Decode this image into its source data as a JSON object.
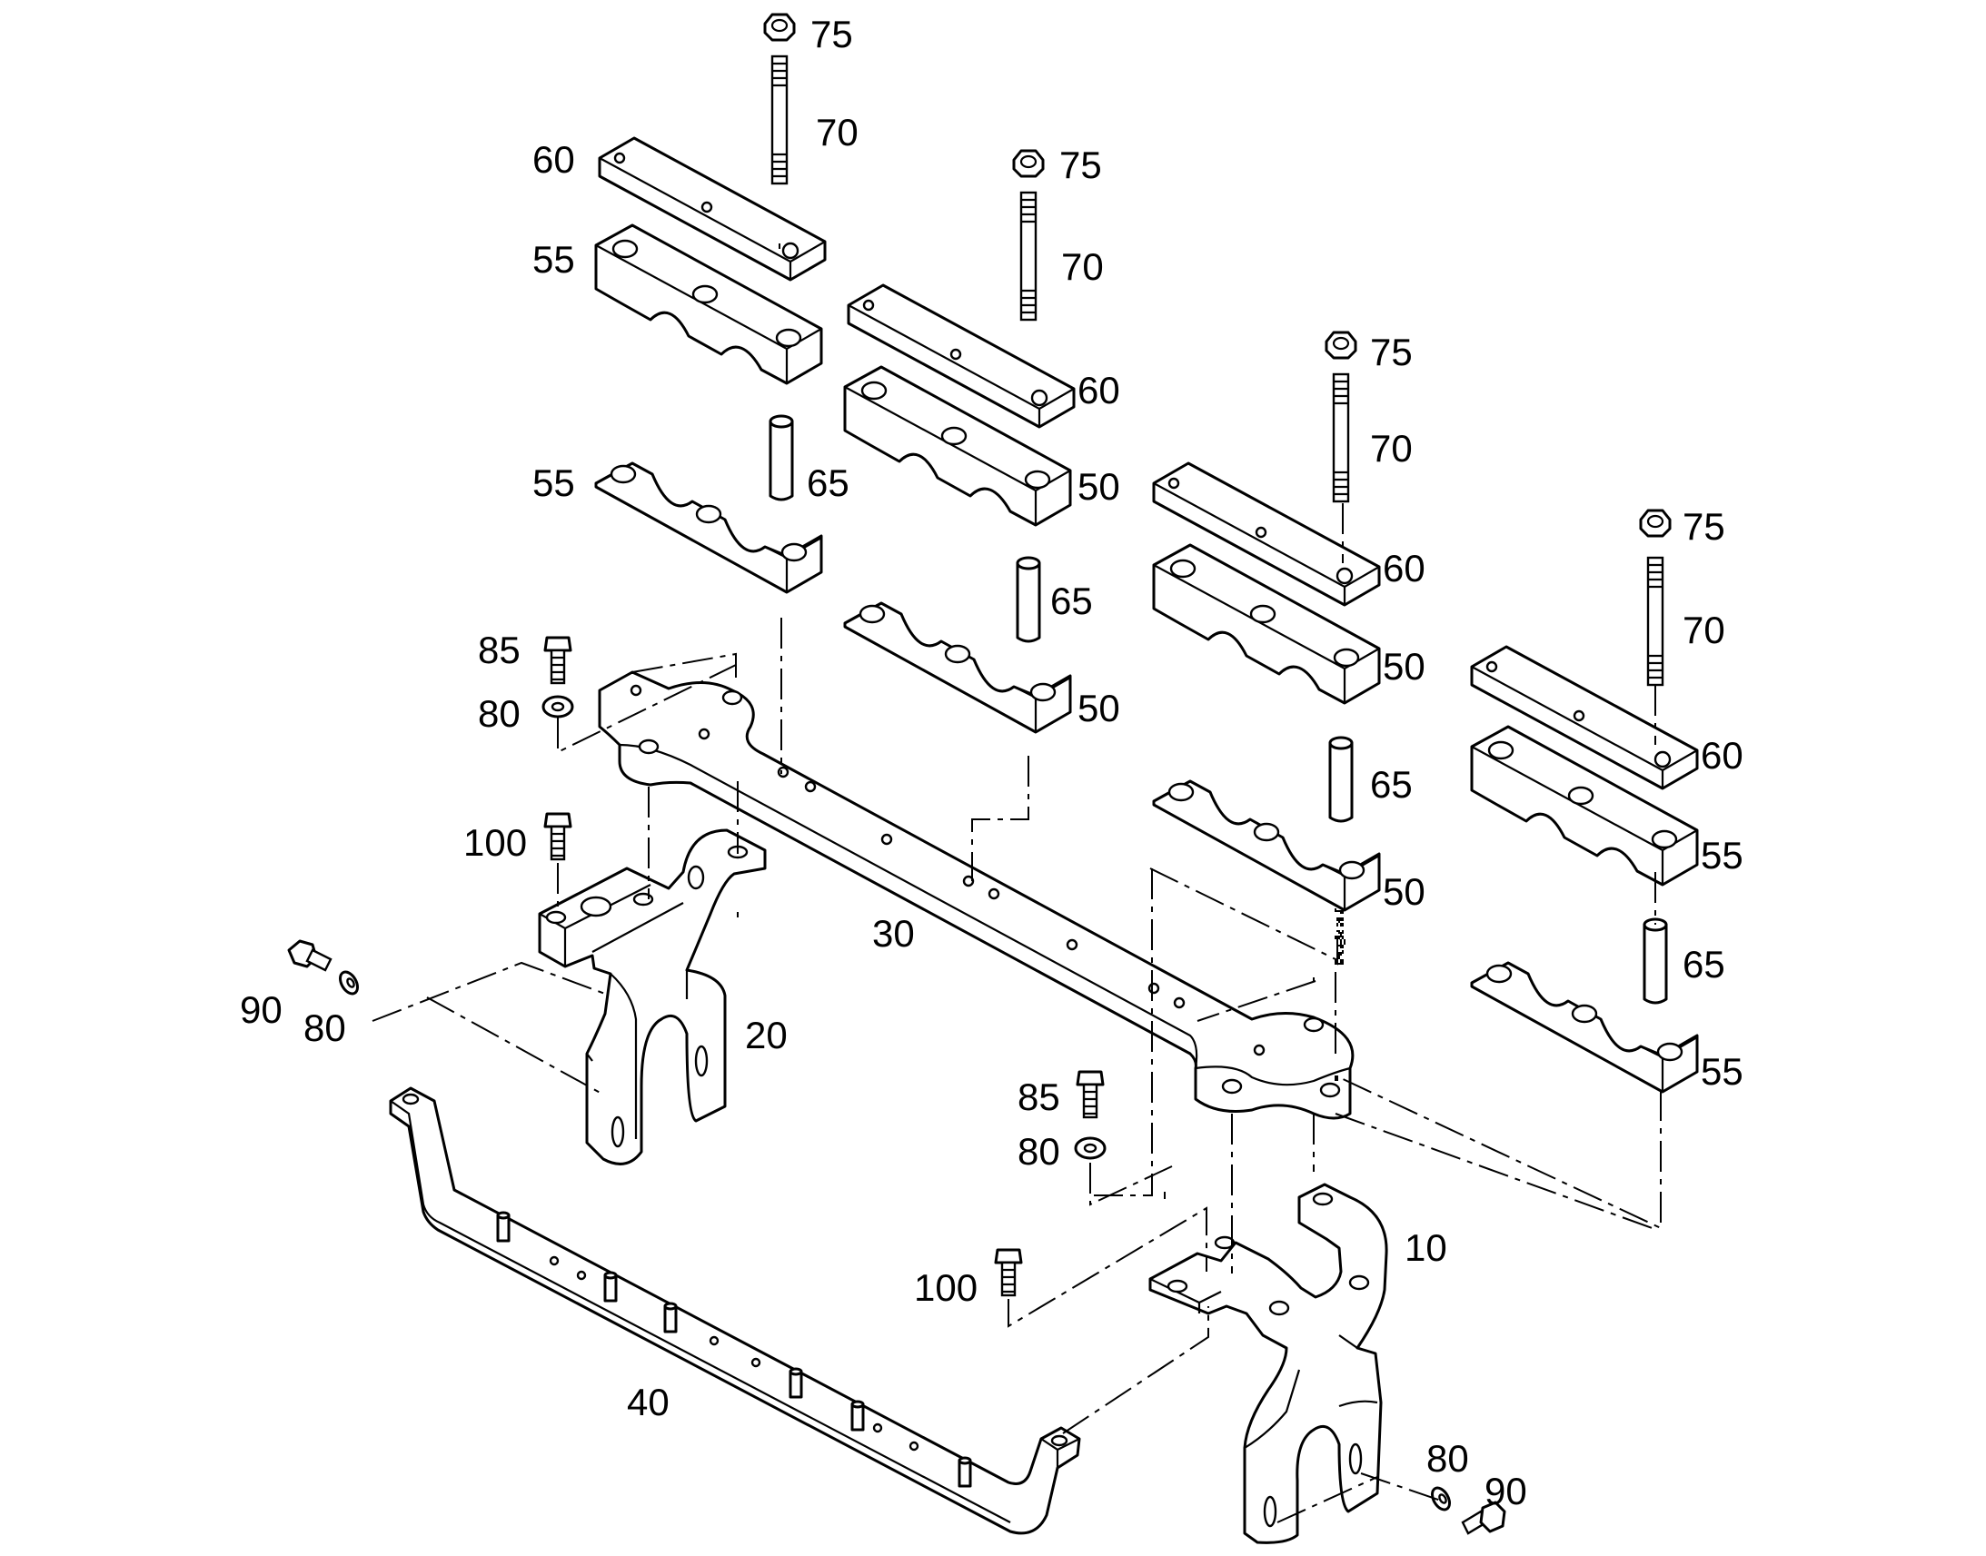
{
  "diagram": {
    "callouts": {
      "c75_a": "75",
      "c70_a": "70",
      "c60_a": "60",
      "c55_a": "55",
      "c55_b": "55",
      "c65_a": "65",
      "c75_b": "75",
      "c70_b": "70",
      "c60_b": "60",
      "c50_a": "50",
      "c65_b": "65",
      "c50_b": "50",
      "c75_c": "75",
      "c70_c": "70",
      "c60_c": "60",
      "c50_c": "50",
      "c65_c": "65",
      "c50_d": "50",
      "c75_d": "75",
      "c70_d": "70",
      "c60_d": "60",
      "c55_c": "55",
      "c65_d": "65",
      "c55_d": "55",
      "c85_a": "85",
      "c80_a": "80",
      "c100_a": "100",
      "c90_a": "90",
      "c80_b": "80",
      "c20": "20",
      "c30": "30",
      "c85_b": "85",
      "c80_c": "80",
      "c100_b": "100",
      "c10": "10",
      "c40": "40",
      "c80_d": "80",
      "c90_b": "90"
    }
  }
}
